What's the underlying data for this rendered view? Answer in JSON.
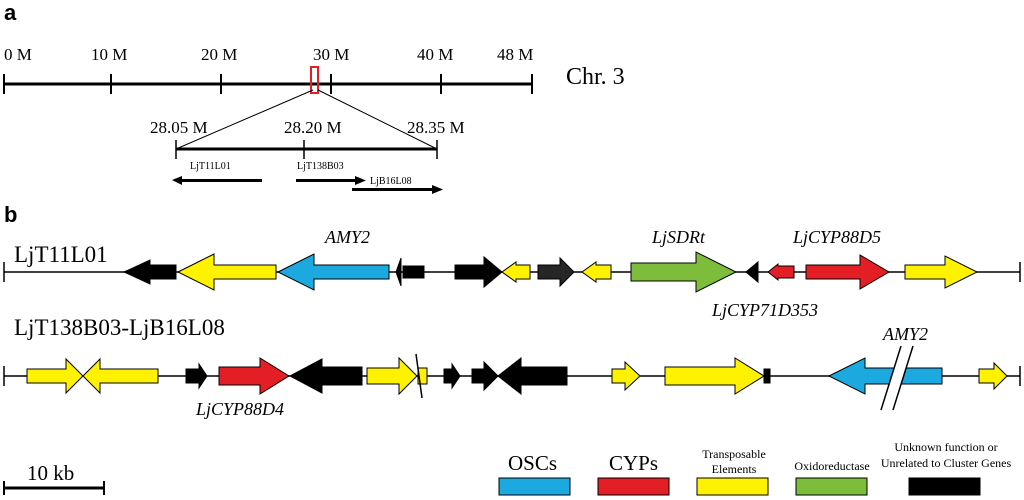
{
  "panel_a": {
    "label": "a",
    "chromosome": "Chr. 3",
    "ticks": [
      "0 M",
      "10 M",
      "20 M",
      "30 M",
      "40 M",
      "48 M"
    ],
    "zoom_ticks": [
      "28.05 M",
      "28.20 M",
      "28.35 M"
    ],
    "bacs": [
      "LjT11L01",
      "LjT138B03",
      "LjB16L08"
    ]
  },
  "panel_b": {
    "label": "b",
    "track1": {
      "name": "LjT11L01",
      "genes": [
        "AMY2",
        "LjSDRt",
        "LjCYP88D5",
        "LjCYP71D353"
      ]
    },
    "track2": {
      "name": "LjT138B03-LjB16L08",
      "genes": [
        "LjCYP88D4",
        "AMY2"
      ]
    }
  },
  "colors": {
    "OSC": "#1ba9e0",
    "CYP": "#e31e24",
    "TE": "#fff200",
    "oxidoreductase": "#7dbd3b",
    "unknown": "#000000"
  },
  "legend": {
    "osc": "OSCs",
    "cyp": "CYPs",
    "te_line1": "Transposable",
    "te_line2": "Elements",
    "oxido": "Oxidoreductase",
    "unknown_line1": "Unknown function or",
    "unknown_line2": "Unrelated to Cluster Genes"
  },
  "scale_bar": "10 kb"
}
